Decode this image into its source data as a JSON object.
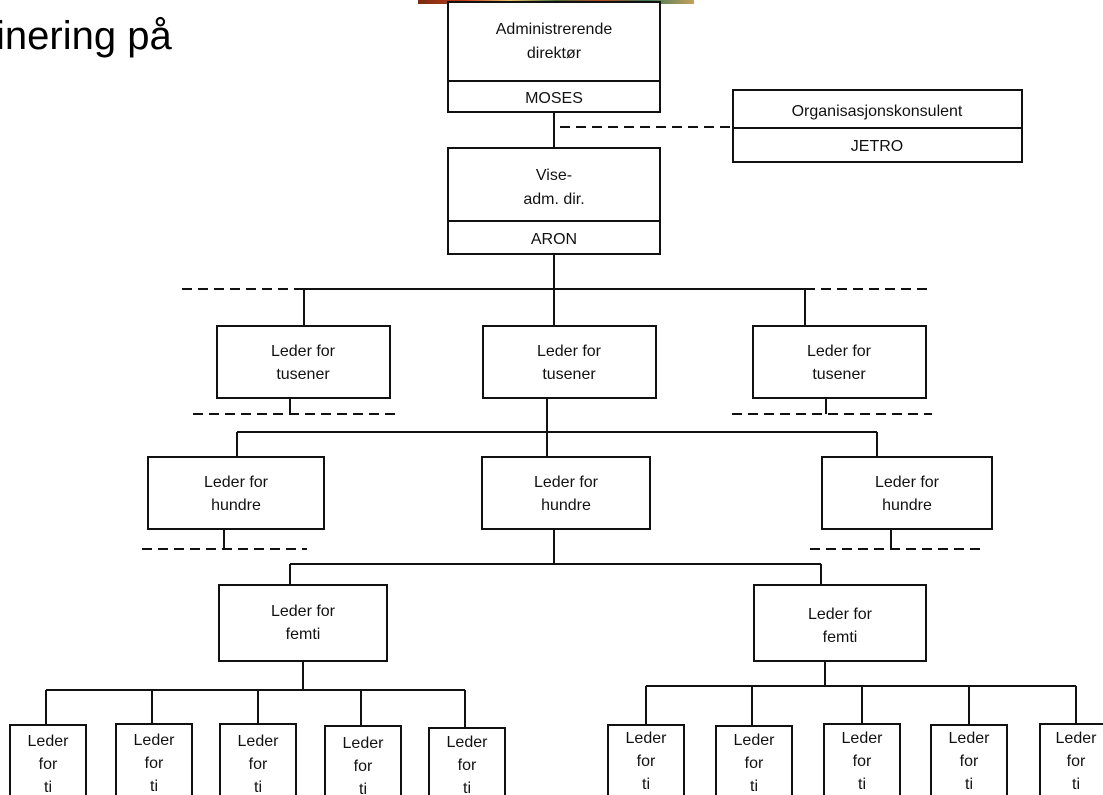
{
  "page_title": "inering på",
  "colors": {
    "line": "#111111",
    "background": "#ffffff"
  },
  "nodes": {
    "director": {
      "title": [
        "Administrerende",
        "direktør"
      ],
      "name": "MOSES"
    },
    "consultant": {
      "title": [
        "Organisasjonskonsulent"
      ],
      "name": "JETRO"
    },
    "vice": {
      "title": [
        "Vise-",
        "adm. dir."
      ],
      "name": "ARON"
    },
    "thousands": [
      {
        "lines": [
          "Leder for",
          "tusener"
        ]
      },
      {
        "lines": [
          "Leder for",
          "tusener"
        ]
      },
      {
        "lines": [
          "Leder for",
          "tusener"
        ]
      }
    ],
    "hundreds": [
      {
        "lines": [
          "Leder for",
          "hundre"
        ]
      },
      {
        "lines": [
          "Leder for",
          "hundre"
        ]
      },
      {
        "lines": [
          "Leder for",
          "hundre"
        ]
      }
    ],
    "fifties": [
      {
        "lines": [
          "Leder for",
          "femti"
        ]
      },
      {
        "lines": [
          "Leder for",
          "femti"
        ]
      }
    ],
    "tens": [
      {
        "lines": [
          "Leder",
          "for",
          "ti"
        ]
      },
      {
        "lines": [
          "Leder",
          "for",
          "ti"
        ]
      },
      {
        "lines": [
          "Leder",
          "for",
          "ti"
        ]
      },
      {
        "lines": [
          "Leder",
          "for",
          "ti"
        ]
      },
      {
        "lines": [
          "Leder",
          "for",
          "ti"
        ]
      },
      {
        "lines": [
          "Leder",
          "for",
          "ti"
        ]
      },
      {
        "lines": [
          "Leder",
          "for",
          "ti"
        ]
      },
      {
        "lines": [
          "Leder",
          "for",
          "ti"
        ]
      },
      {
        "lines": [
          "Leder",
          "for",
          "ti"
        ]
      },
      {
        "lines": [
          "Leder",
          "for",
          "ti"
        ]
      }
    ]
  }
}
